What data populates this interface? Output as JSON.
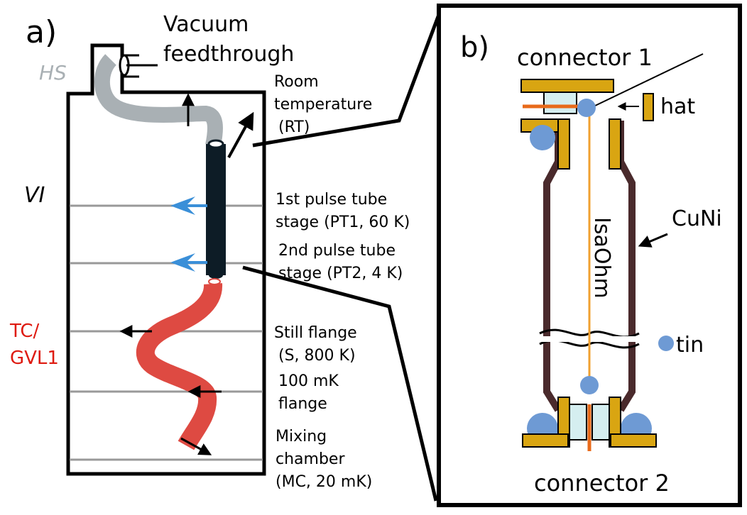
{
  "panel_a": {
    "label": "a)",
    "vacuum_feedthrough": [
      "Vacuum",
      "feedthrough"
    ],
    "hs_label": "HS",
    "vi_label": "VI",
    "tc_label": [
      "TC/",
      "GVL1"
    ],
    "rt_label": [
      "Room",
      "temperature",
      "(RT)"
    ],
    "pt1_label": [
      "1st pulse tube",
      "stage (PT1, 60 K)"
    ],
    "pt2_label": [
      "2nd pulse tube",
      "stage (PT2, 4 K)"
    ],
    "still_label": [
      "Still flange",
      "(S, 800 K)"
    ],
    "mk100_label": [
      "100 mK",
      "flange"
    ],
    "mc_label": [
      "Mixing",
      "chamber",
      "(MC, 20 mK)"
    ]
  },
  "panel_b": {
    "label": "b)",
    "connector1": "connector 1",
    "connector2": "connector 2",
    "hat": "hat",
    "cuni": "CuNi",
    "isaohm": "IsaOhm",
    "tin": "tin"
  },
  "colors": {
    "hs_gray": "#a9b0b4",
    "cable_dark": "#0d1c26",
    "tc_red": "#de4a42",
    "pt_blue": "#3a8fd8",
    "flange_gray": "#999999",
    "connector_gold": "#d9a512",
    "connector_light": "#d5eef0",
    "tin_blue": "#6e9ad4",
    "cuni_brown": "#4a2a2c",
    "isaohm_orange": "#f0a030",
    "pin_orange": "#e86a1a"
  }
}
